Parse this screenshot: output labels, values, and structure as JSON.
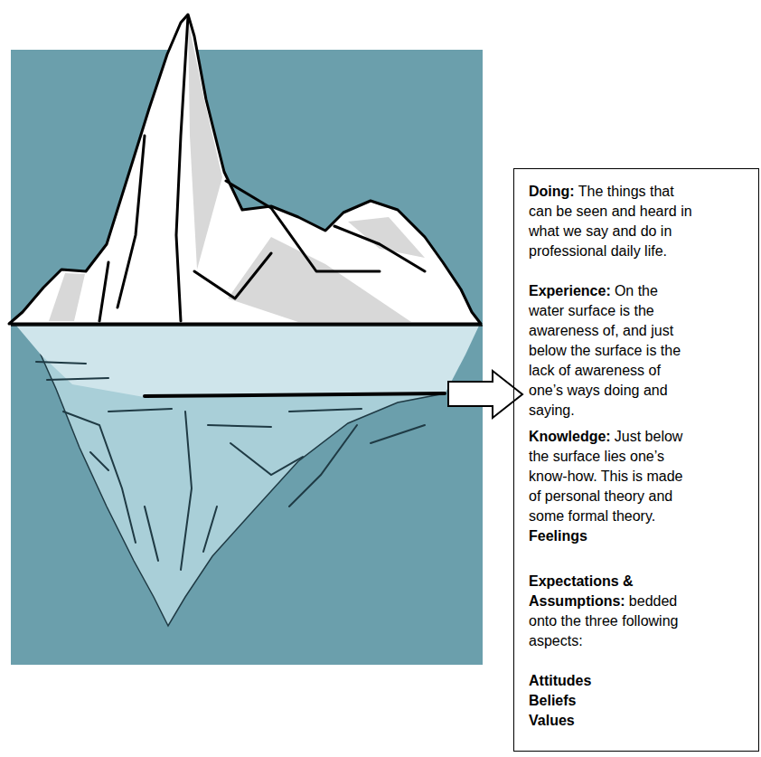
{
  "diagram": {
    "nodes": [
      {
        "text": [
          "Doing:",
          "The things that can be seen and heard in what we say and do in professional daily life.",
          "Experience:",
          "On the water surface is the awareness of, and just below the surface is the lack of awareness of one’s ways doing and saying.",
          "Knowledge:",
          "Just below the surface lies one’s know-how. This is made of personal theory and some formal theory.",
          "Feelings",
          "Expectations & Assumptions:",
          "bedded onto the three following aspects:",
          "Attitudes",
          "Beliefs",
          "Values"
        ]
      }
    ]
  }
}
